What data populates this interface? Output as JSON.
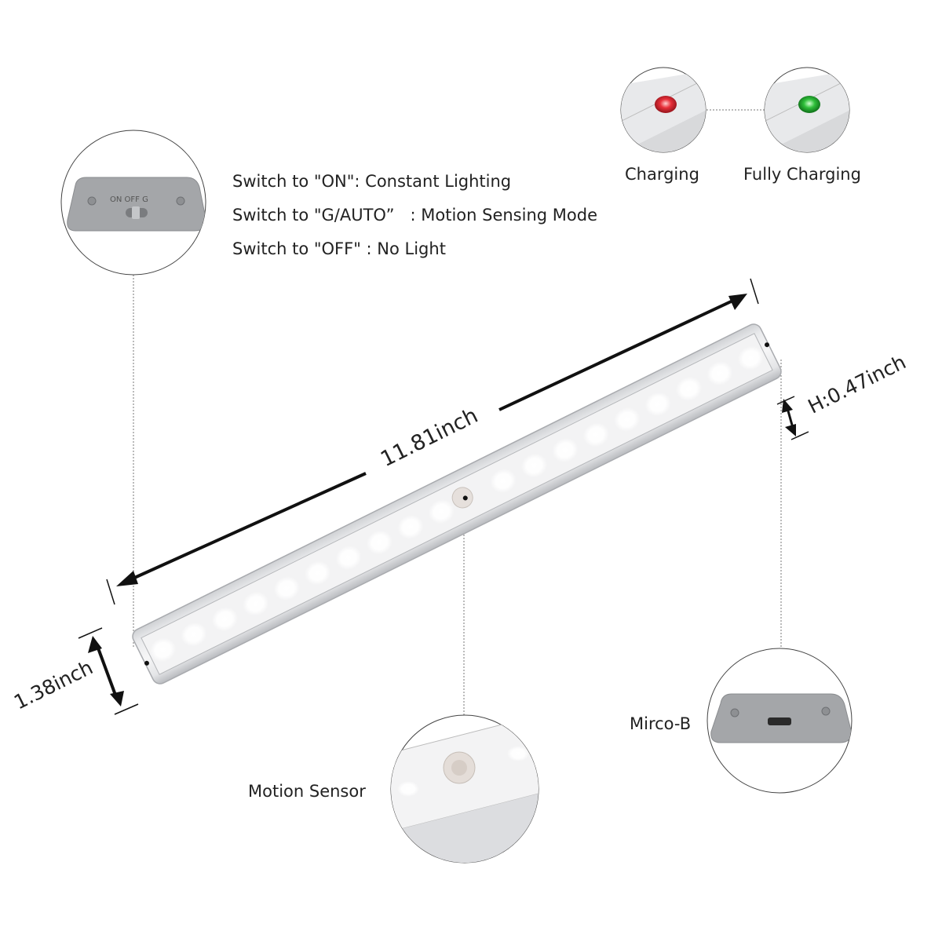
{
  "switch": {
    "labels": [
      "ON",
      "OFF",
      "G"
    ],
    "instructions": [
      "Switch to \"ON\": Constant Lighting",
      "Switch to \"G/AUTO”   : Motion Sensing Mode",
      "Switch to \"OFF\" : No Light"
    ]
  },
  "indicators": [
    {
      "label": "Charging",
      "color": "#e8303a"
    },
    {
      "label": "Fully Charging",
      "color": "#2fbf3a"
    }
  ],
  "dimensions": {
    "length": "11.81inch",
    "width": "1.38inch",
    "height": "H:0.47inch"
  },
  "callouts": {
    "motion_sensor": "Motion Sensor",
    "port": "Mirco-B"
  },
  "led_count": 19
}
